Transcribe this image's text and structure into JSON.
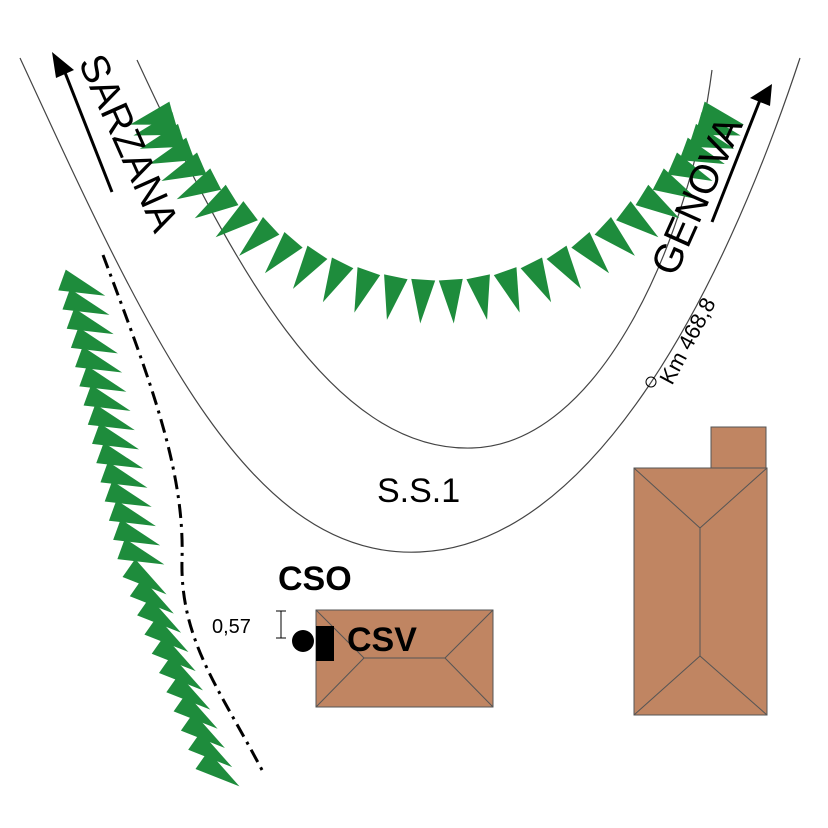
{
  "directions": {
    "left": "SARZANA",
    "right": "GENOVA"
  },
  "road": {
    "name": "S.S.1",
    "km_marker": "Km 468,8"
  },
  "sites": {
    "cso": "CSO",
    "csv": "CSV",
    "offset": "0,57"
  },
  "colors": {
    "vegetation": "#1e8c3c",
    "building_fill": "#c08562",
    "line": "#000000"
  }
}
